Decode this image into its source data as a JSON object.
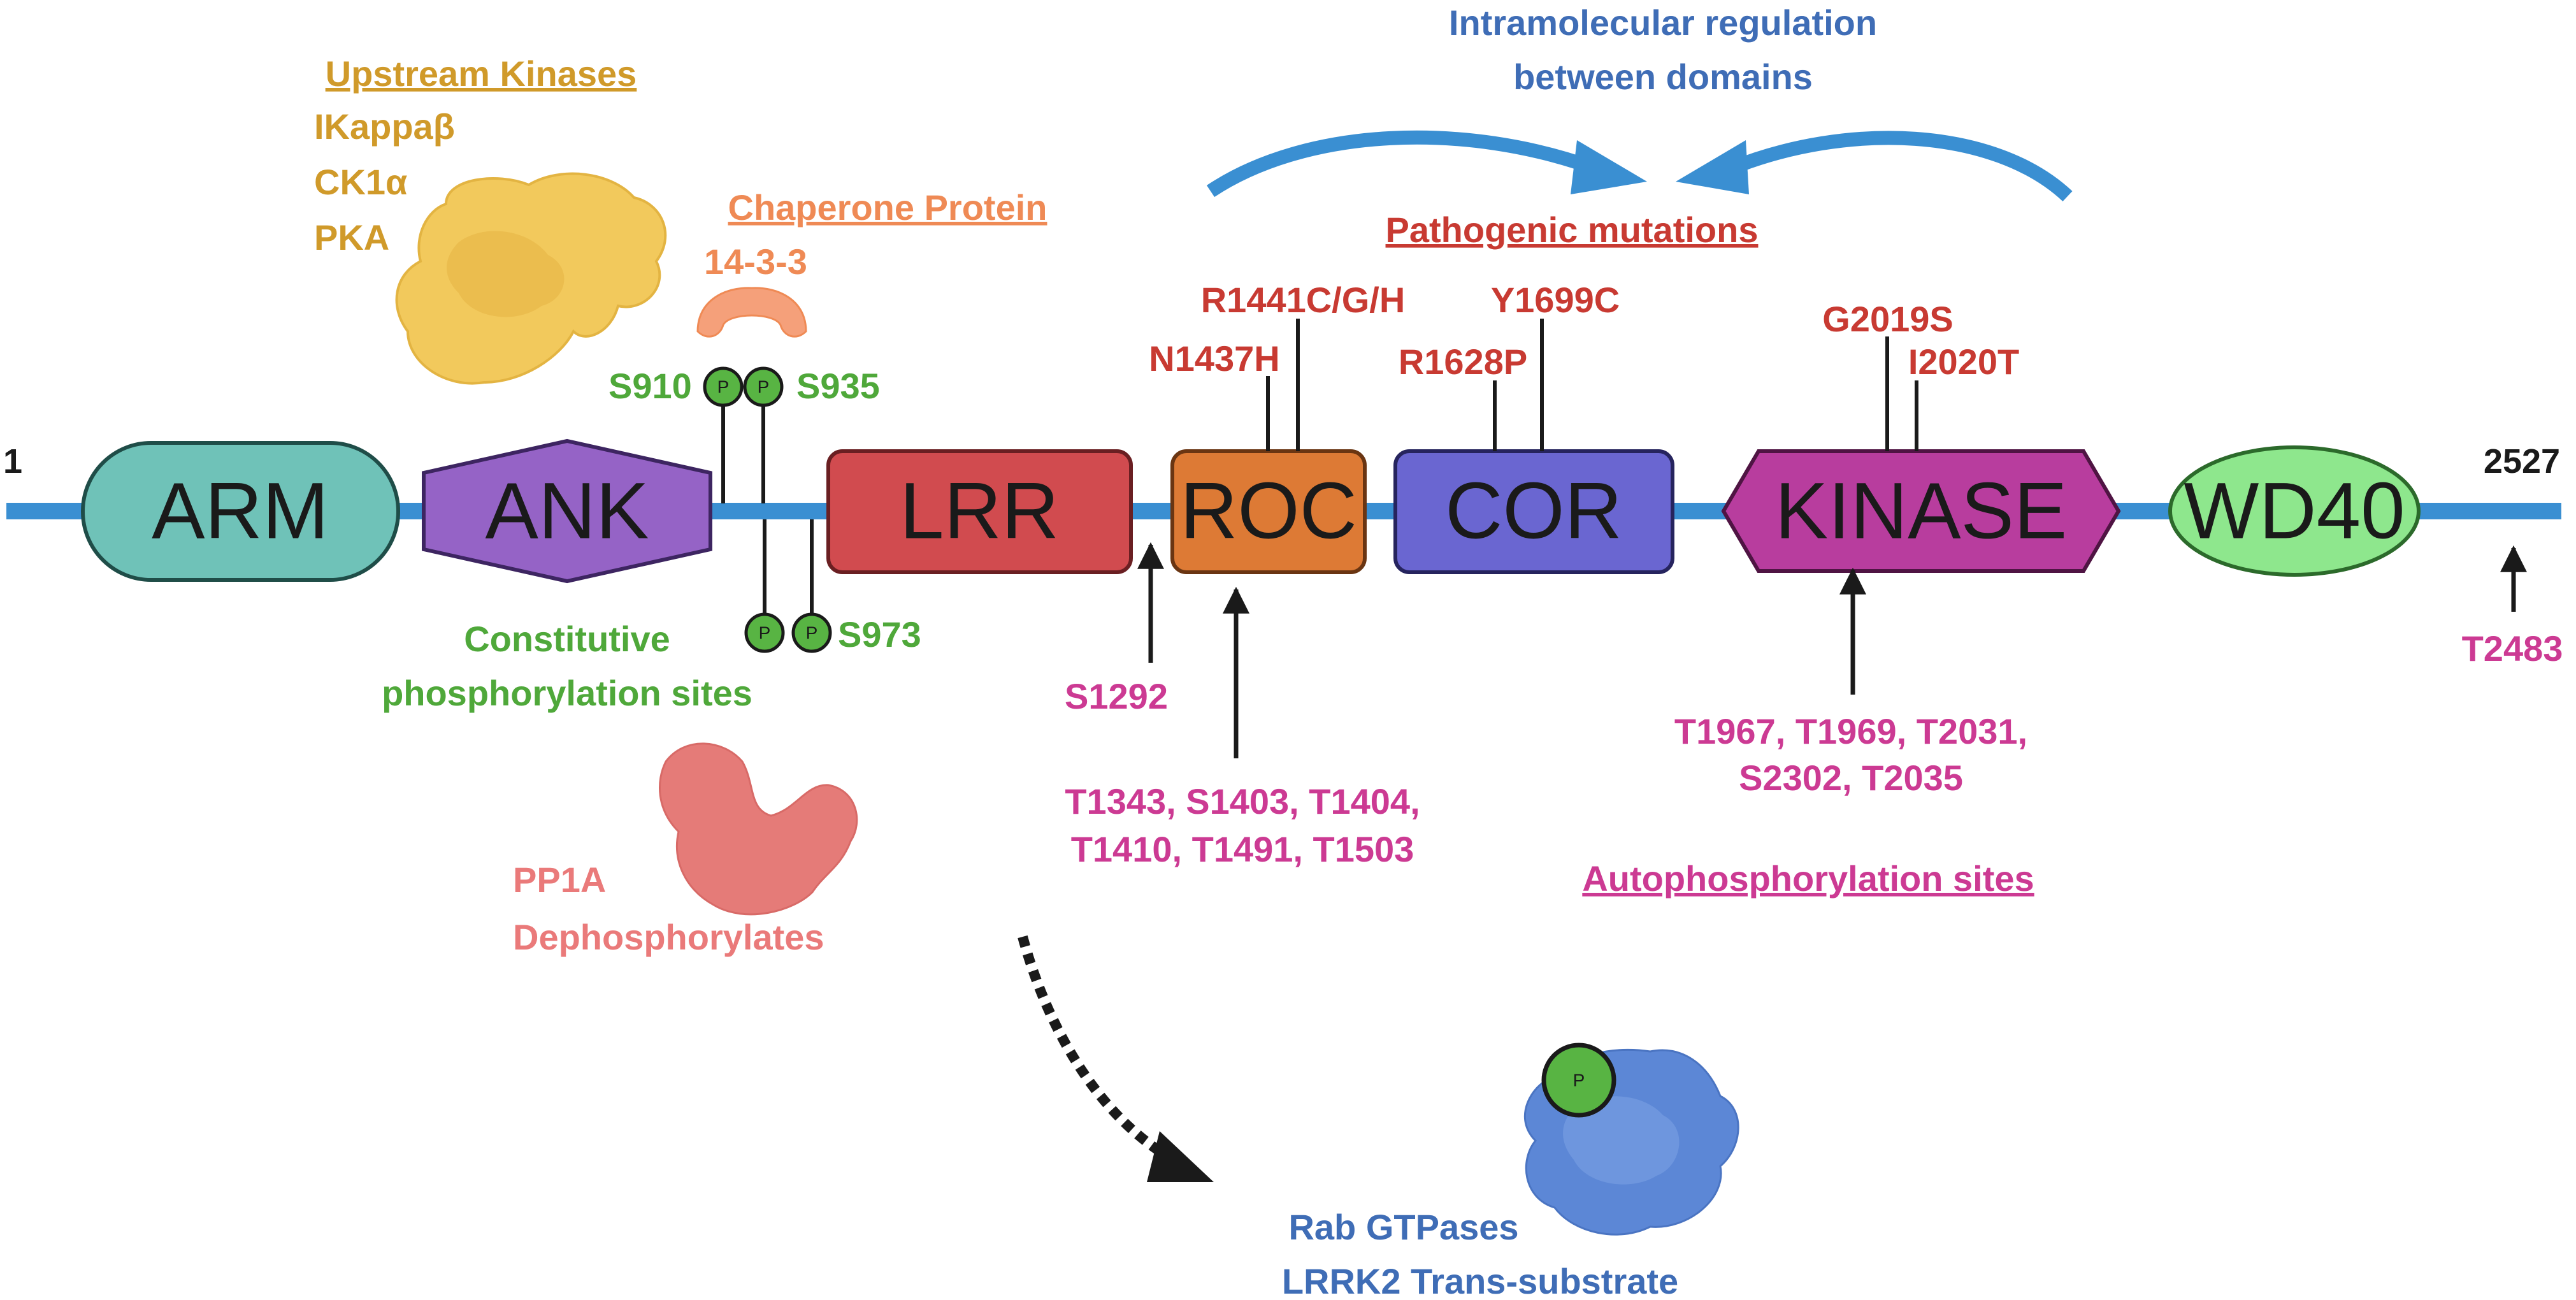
{
  "domains": {
    "arm": "ARM",
    "ank": "ANK",
    "lrr": "LRR",
    "roc": "ROC",
    "cor": "COR",
    "kinase": "KINASE",
    "wd40": "WD40"
  },
  "termini": {
    "start": "1",
    "end": "2527"
  },
  "upstream_kinases": {
    "title": "Upstream Kinases",
    "items": [
      "IKappaβ",
      "CK1α",
      "PKA"
    ]
  },
  "chaperone": {
    "title": "Chaperone Protein",
    "name": "14-3-3"
  },
  "constitutive": {
    "sites": [
      "S910",
      "S935",
      "S973"
    ],
    "phospho_symbol": "P",
    "label_line1": "Constitutive",
    "label_line2": "phosphorylation sites"
  },
  "pp1a": {
    "line1": "PP1A",
    "line2": "Dephosphorylates"
  },
  "regulation": {
    "line1": "Intramolecular regulation",
    "line2": "between domains"
  },
  "pathogenic": {
    "title": "Pathogenic mutations",
    "mutations": [
      "N1437H",
      "R1441C/G/H",
      "R1628P",
      "Y1699C",
      "G2019S",
      "I2020T"
    ]
  },
  "autophosphorylation": {
    "s1292": "S1292",
    "roc_sites_line1": "T1343, S1403, T1404,",
    "roc_sites_line2": "T1410, T1491, T1503",
    "kinase_sites_line1": "T1967, T1969, T2031,",
    "kinase_sites_line2": "S2302, T2035",
    "t2483": "T2483",
    "title": "Autophosphorylation sites"
  },
  "rab": {
    "line1": "Rab GTPases",
    "line2": "LRRK2 Trans-substrate",
    "phospho_symbol": "P"
  },
  "colors": {
    "backbone": "#3a8fd2",
    "arm": "#6fc2b8",
    "ank": "#9563c6",
    "lrr": "#d14b4f",
    "roc": "#dd7a35",
    "cor": "#6a66d1",
    "kinase": "#b83d9e",
    "wd40": "#8ee78d",
    "kinases_text": "#d09a2a",
    "chaperone_text": "#ef8a55",
    "green_text": "#4fa83a",
    "mutation_text": "#c83a32",
    "autophos_text": "#cc3a93",
    "pp1a_text": "#ea7a7a",
    "blue_text": "#3f6db6"
  }
}
